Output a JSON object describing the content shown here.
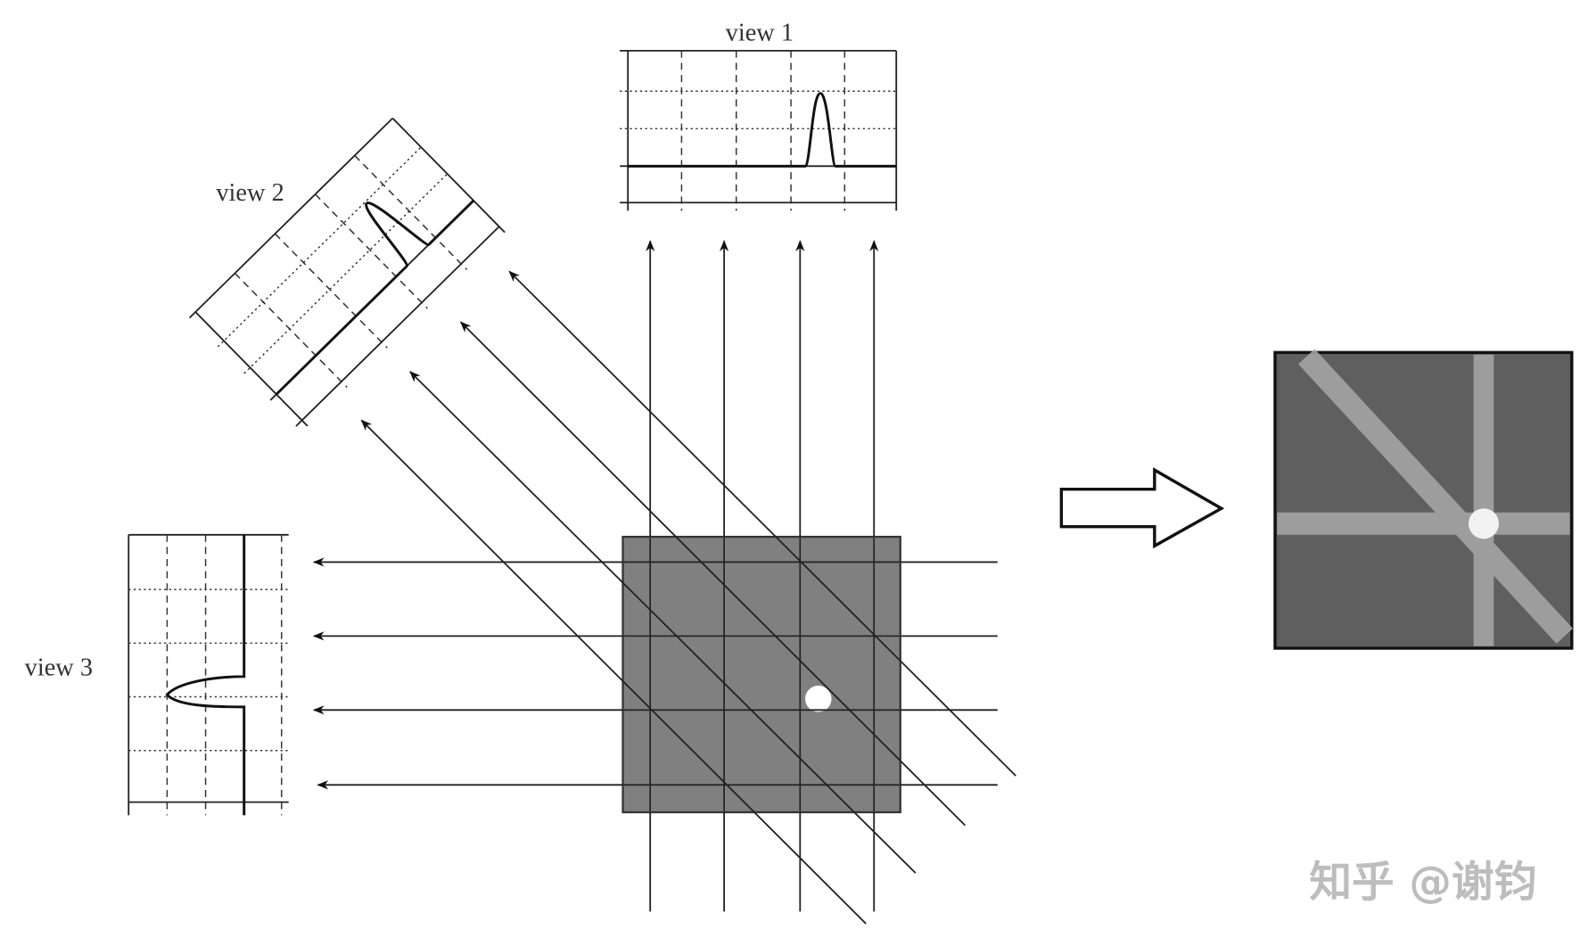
{
  "labels": {
    "view1": "view 1",
    "view2": "view 2",
    "view3": "view 3"
  },
  "watermark": "知乎 @谢钧",
  "colors": {
    "object_fill": "#808080",
    "result_fill": "#5f5f5f",
    "band": "#a8a8a8",
    "lines": "#222222"
  }
}
